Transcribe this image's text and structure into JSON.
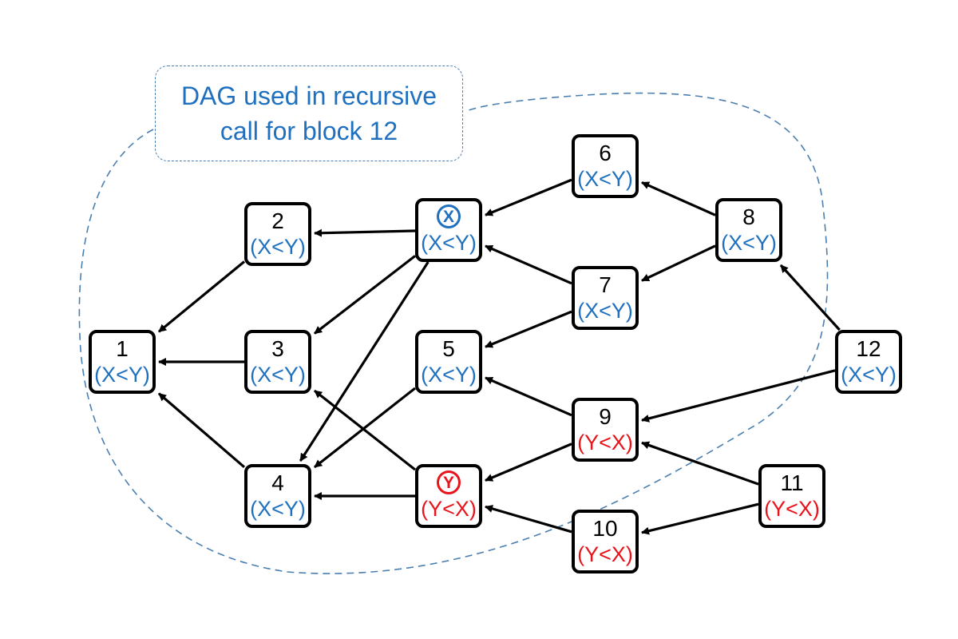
{
  "colors": {
    "blue": "#1f70bf",
    "red": "#e8141b",
    "edge": "#000000",
    "dash": "#4a7fb0"
  },
  "callout": {
    "lines": [
      "DAG used in recursive",
      "call for block 12"
    ]
  },
  "nodes": [
    {
      "key": "n1",
      "label": "1",
      "cond": "(X<Y)",
      "color": "blue"
    },
    {
      "key": "n2",
      "label": "2",
      "cond": "(X<Y)",
      "color": "blue"
    },
    {
      "key": "n3",
      "label": "3",
      "cond": "(X<Y)",
      "color": "blue"
    },
    {
      "key": "n4",
      "label": "4",
      "cond": "(X<Y)",
      "color": "blue"
    },
    {
      "key": "nX",
      "label": "X",
      "cond": "(X<Y)",
      "color": "blue",
      "circled": true
    },
    {
      "key": "n5",
      "label": "5",
      "cond": "(X<Y)",
      "color": "blue"
    },
    {
      "key": "nY",
      "label": "Y",
      "cond": "(Y<X)",
      "color": "red",
      "circled": true
    },
    {
      "key": "n6",
      "label": "6",
      "cond": "(X<Y)",
      "color": "blue"
    },
    {
      "key": "n7",
      "label": "7",
      "cond": "(X<Y)",
      "color": "blue"
    },
    {
      "key": "n8",
      "label": "8",
      "cond": "(X<Y)",
      "color": "blue"
    },
    {
      "key": "n9",
      "label": "9",
      "cond": "(Y<X)",
      "color": "red"
    },
    {
      "key": "n10",
      "label": "10",
      "cond": "(Y<X)",
      "color": "red"
    },
    {
      "key": "n11",
      "label": "11",
      "cond": "(Y<X)",
      "color": "red"
    },
    {
      "key": "n12",
      "label": "12",
      "cond": "(X<Y)",
      "color": "blue"
    }
  ],
  "edges": [
    {
      "from": "n2",
      "to": "n1"
    },
    {
      "from": "n3",
      "to": "n1"
    },
    {
      "from": "n4",
      "to": "n1"
    },
    {
      "from": "nX",
      "to": "n2"
    },
    {
      "from": "nX",
      "to": "n3"
    },
    {
      "from": "nX",
      "to": "n4"
    },
    {
      "from": "n5",
      "to": "n4"
    },
    {
      "from": "nY",
      "to": "n4"
    },
    {
      "from": "nY",
      "to": "n3"
    },
    {
      "from": "n6",
      "to": "nX"
    },
    {
      "from": "n7",
      "to": "nX"
    },
    {
      "from": "n7",
      "to": "n5"
    },
    {
      "from": "n8",
      "to": "n6"
    },
    {
      "from": "n8",
      "to": "n7"
    },
    {
      "from": "n9",
      "to": "n5"
    },
    {
      "from": "n9",
      "to": "nY"
    },
    {
      "from": "n10",
      "to": "nY"
    },
    {
      "from": "n11",
      "to": "n9"
    },
    {
      "from": "n11",
      "to": "n10"
    },
    {
      "from": "n12",
      "to": "n8"
    },
    {
      "from": "n12",
      "to": "n9"
    }
  ]
}
